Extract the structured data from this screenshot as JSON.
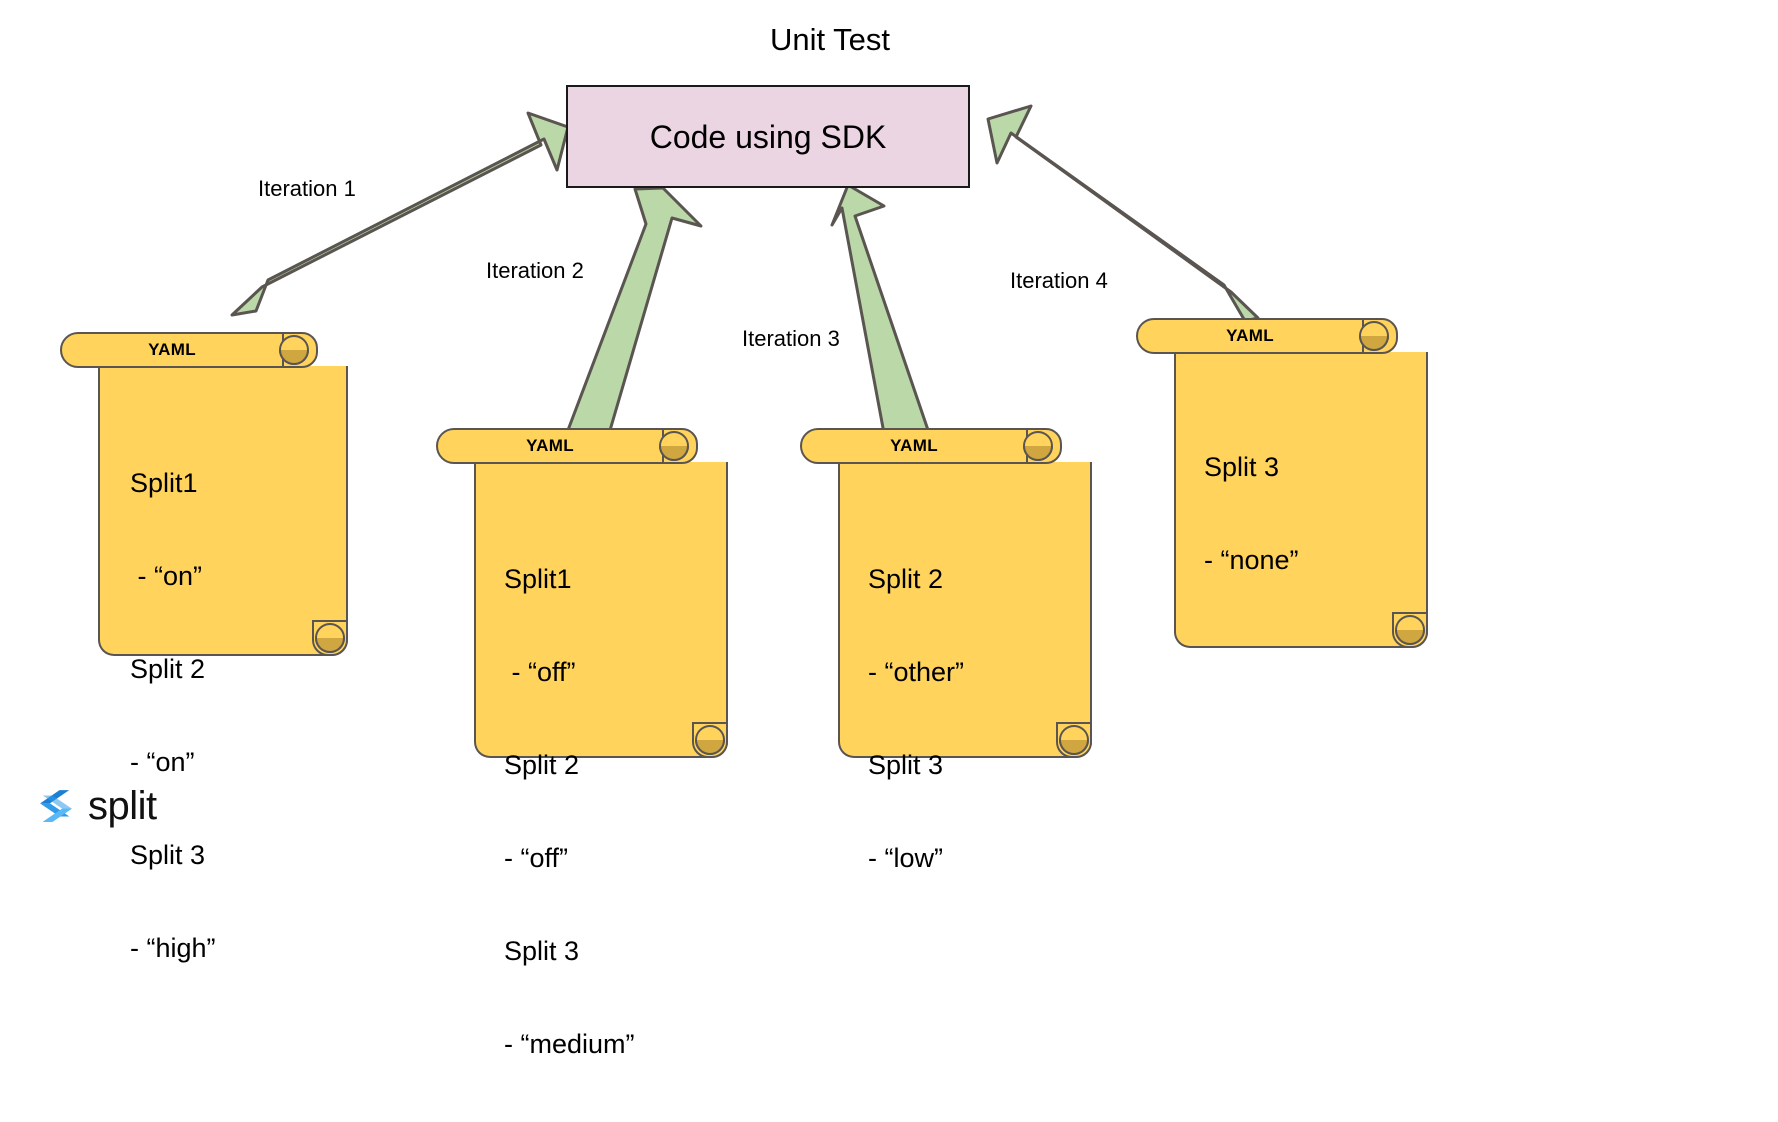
{
  "diagram": {
    "title": "Unit Test",
    "process_box": {
      "label": "Code using SDK",
      "fill_color": "#ecd5e3",
      "border_color": "#1a1a1a"
    },
    "arrow_color": "#bad8a8",
    "arrow_border_color": "#5a5550",
    "scroll_fill_color": "#ffd35c",
    "scroll_curl_color": "#cfa63f",
    "scroll_border_color": "#5a5550",
    "edges": [
      {
        "label": "Iteration 1"
      },
      {
        "label": "Iteration 2"
      },
      {
        "label": "Iteration 3"
      },
      {
        "label": "Iteration 4"
      }
    ],
    "documents": [
      {
        "type_label": "YAML",
        "lines": [
          "Split1",
          " - “on”",
          "Split 2",
          "- “on”",
          "Split 3",
          "- “high”"
        ]
      },
      {
        "type_label": "YAML",
        "lines": [
          "Split1",
          " - “off”",
          "Split 2",
          "- “off”",
          "Split 3",
          "- “medium”"
        ]
      },
      {
        "type_label": "YAML",
        "lines": [
          "Split 2",
          "- “other”",
          "Split 3",
          "- “low”"
        ]
      },
      {
        "type_label": "YAML",
        "lines": [
          "Split 3",
          "- “none”"
        ]
      }
    ]
  },
  "brand": {
    "name": "split",
    "mark_icon": "split-chevron-logo-icon",
    "color_dark": "#1b7fd4",
    "color_mid": "#2f9bea",
    "color_light": "#59b8f5"
  }
}
